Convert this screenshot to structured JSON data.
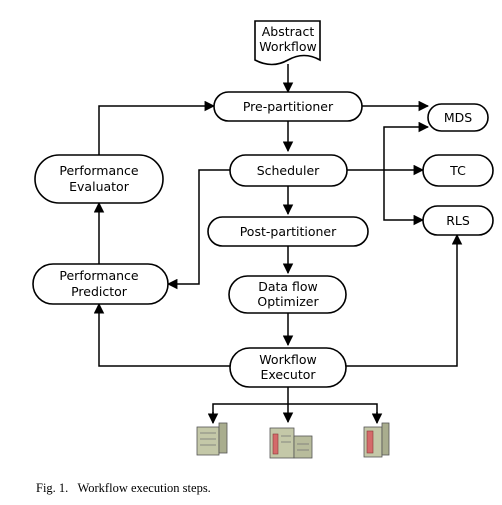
{
  "diagram": {
    "nodes": {
      "abstract_workflow": [
        "Abstract",
        "Workflow"
      ],
      "pre_partitioner": [
        "Pre-partitioner"
      ],
      "scheduler": [
        "Scheduler"
      ],
      "post_partitioner": [
        "Post-partitioner"
      ],
      "data_flow_optimizer": [
        "Data flow",
        "Optimizer"
      ],
      "workflow_executor": [
        "Workflow",
        "Executor"
      ],
      "performance_evaluator": [
        "Performance",
        "Evaluator"
      ],
      "performance_predictor": [
        "Performance",
        "Predictor"
      ],
      "mds": [
        "MDS"
      ],
      "tc": [
        "TC"
      ],
      "rls": [
        "RLS"
      ]
    },
    "resources": [
      "server-icon",
      "server-icon",
      "server-icon"
    ]
  },
  "caption": {
    "label": "Fig. 1.",
    "text": "Workflow execution steps."
  },
  "colors": {
    "server_body": "#c4c8a8",
    "server_accent": "#d46a6a"
  }
}
